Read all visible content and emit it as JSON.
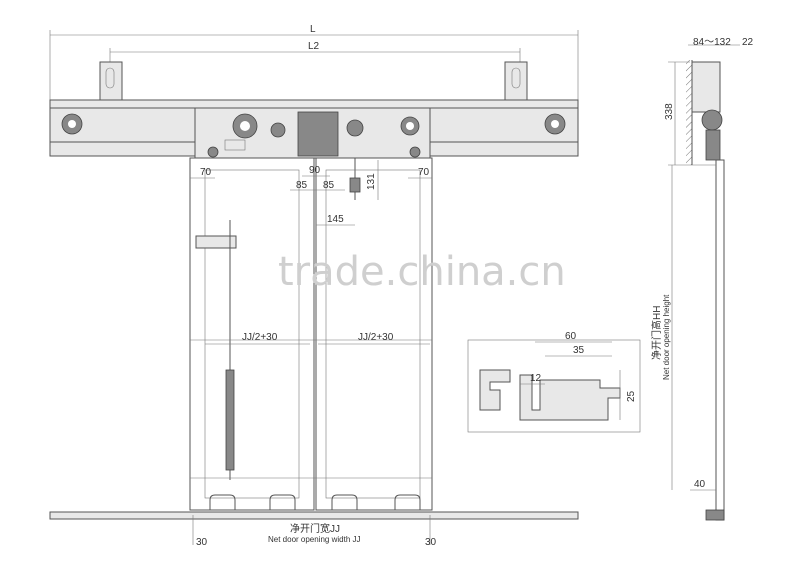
{
  "dimensions": {
    "L": "L",
    "L2": "L2",
    "d70_left": "70",
    "d70_right": "70",
    "d90": "90",
    "d85_left": "85",
    "d85_right": "85",
    "d131": "131",
    "d145": "145",
    "jj_left": "JJ/2+30",
    "jj_right": "JJ/2+30",
    "d30_left": "30",
    "d30_right": "30",
    "side_depth": "84～132",
    "side_22": "22",
    "side_338": "338",
    "side_40": "40"
  },
  "labels": {
    "width_cn": "净开门宽JJ",
    "width_en": "Net door opening width JJ",
    "height_cn": "净开门高HH",
    "height_en": "Net door opening height"
  },
  "profile": {
    "d60": "60",
    "d35": "35",
    "d12": "12",
    "d25": "25"
  },
  "watermark": "trade.china.cn"
}
